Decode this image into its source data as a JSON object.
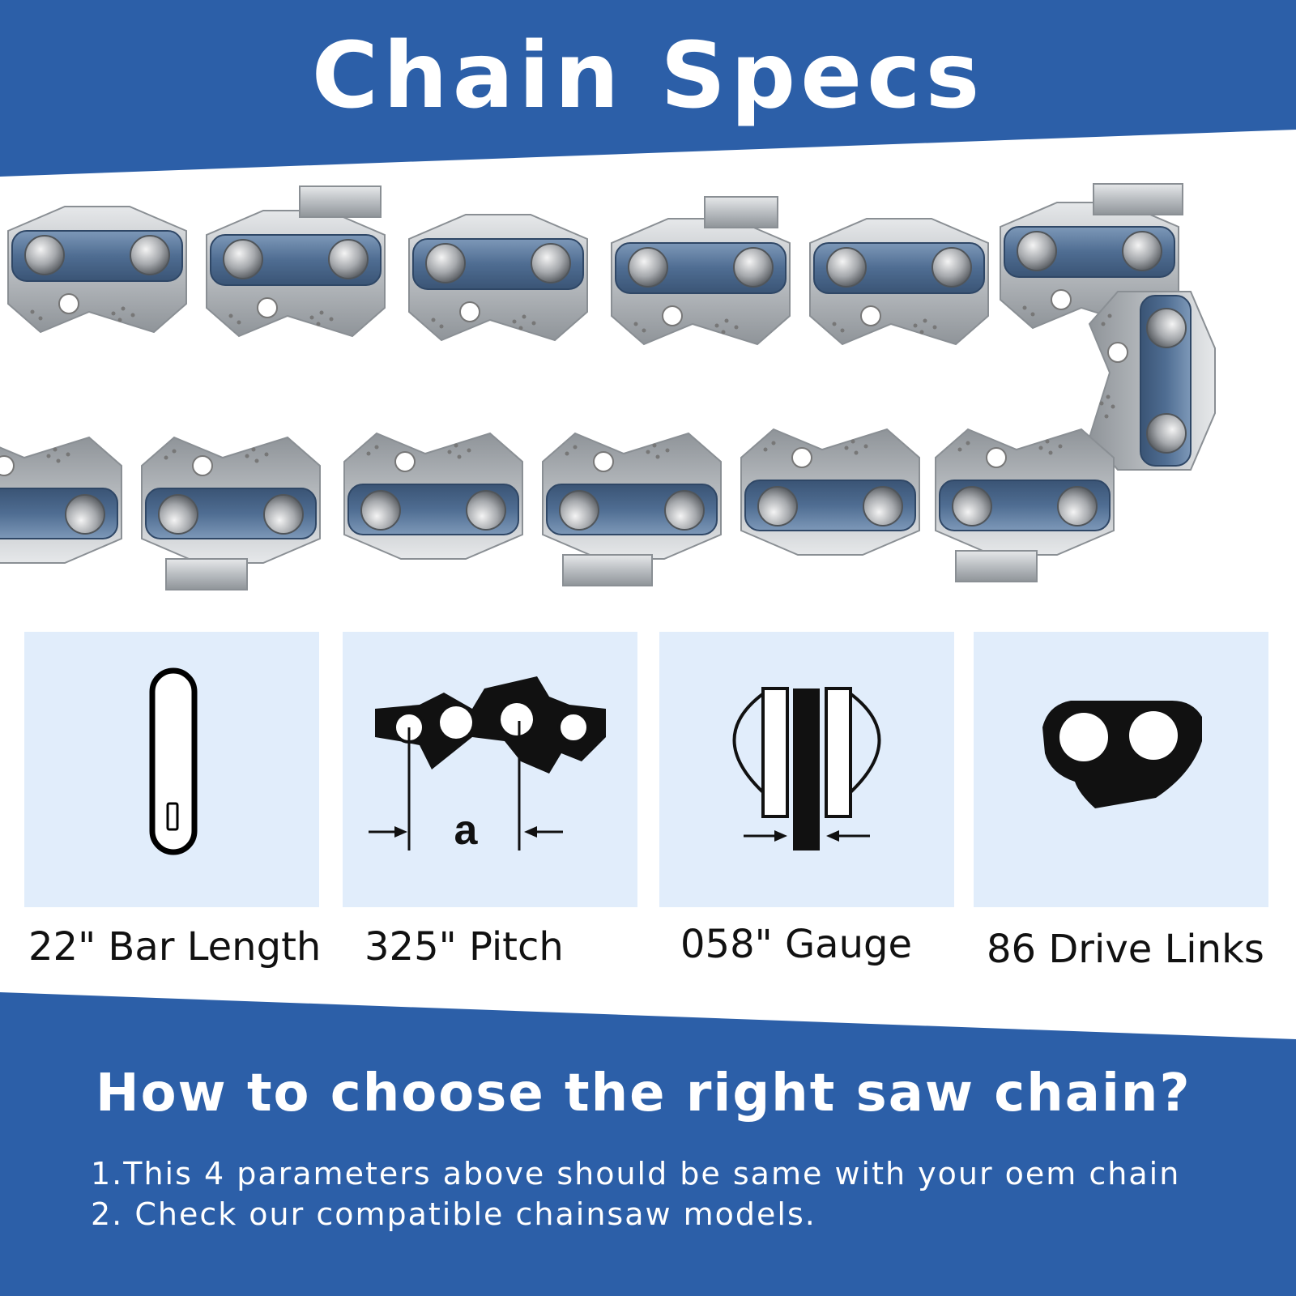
{
  "header": {
    "title": "Chain Specs"
  },
  "specs": [
    {
      "label": "22\" Bar Length",
      "icon": "bar-icon"
    },
    {
      "label": "325\"  Pitch",
      "icon": "pitch-icon",
      "symbol": "a"
    },
    {
      "label": "058\" Gauge",
      "icon": "gauge-icon"
    },
    {
      "label": "86 Drive Links",
      "icon": "drive-link-icon"
    }
  ],
  "guide": {
    "heading": "How to choose the right saw chain?",
    "tips": [
      "1.This 4 parameters above should be same with your oem chain",
      "2. Check our compatible chainsaw models."
    ]
  },
  "colors": {
    "brand_blue": "#2c5fa8",
    "tile_bg": "#e1edfb",
    "link_blue": "#4d6f96"
  }
}
